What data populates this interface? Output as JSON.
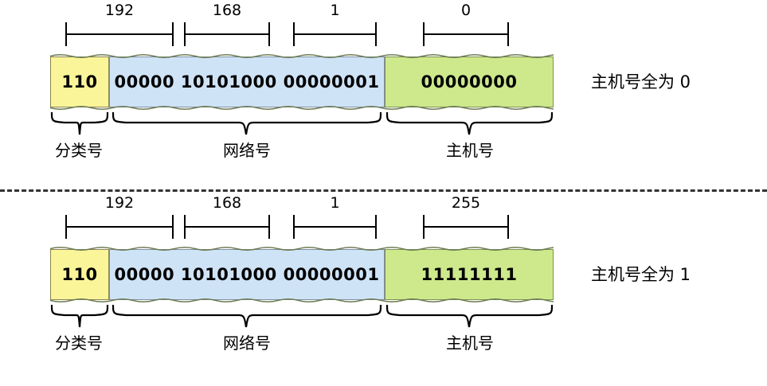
{
  "diagram": {
    "title": "IP address class C network / host number illustration",
    "colors": {
      "class_field": "#fbf59a",
      "network_field": "#cfe3f7",
      "host_field": "#cde98c",
      "outline": "#6b7a52",
      "divider": "#333333"
    },
    "group_labels": {
      "class": "分类号",
      "network": "网络号",
      "host": "主机号"
    },
    "panels": [
      {
        "id": "network-address",
        "octet_labels": [
          "192",
          "168",
          "1",
          "0"
        ],
        "bits": {
          "class_prefix": "110",
          "network_bits": "00000 10101000 00000001",
          "host_bits": "00000000"
        },
        "caption": "主机号全为 0"
      },
      {
        "id": "broadcast-address",
        "octet_labels": [
          "192",
          "168",
          "1",
          "255"
        ],
        "bits": {
          "class_prefix": "110",
          "network_bits": "00000 10101000 00000001",
          "host_bits": "11111111"
        },
        "caption": "主机号全为 1"
      }
    ]
  }
}
